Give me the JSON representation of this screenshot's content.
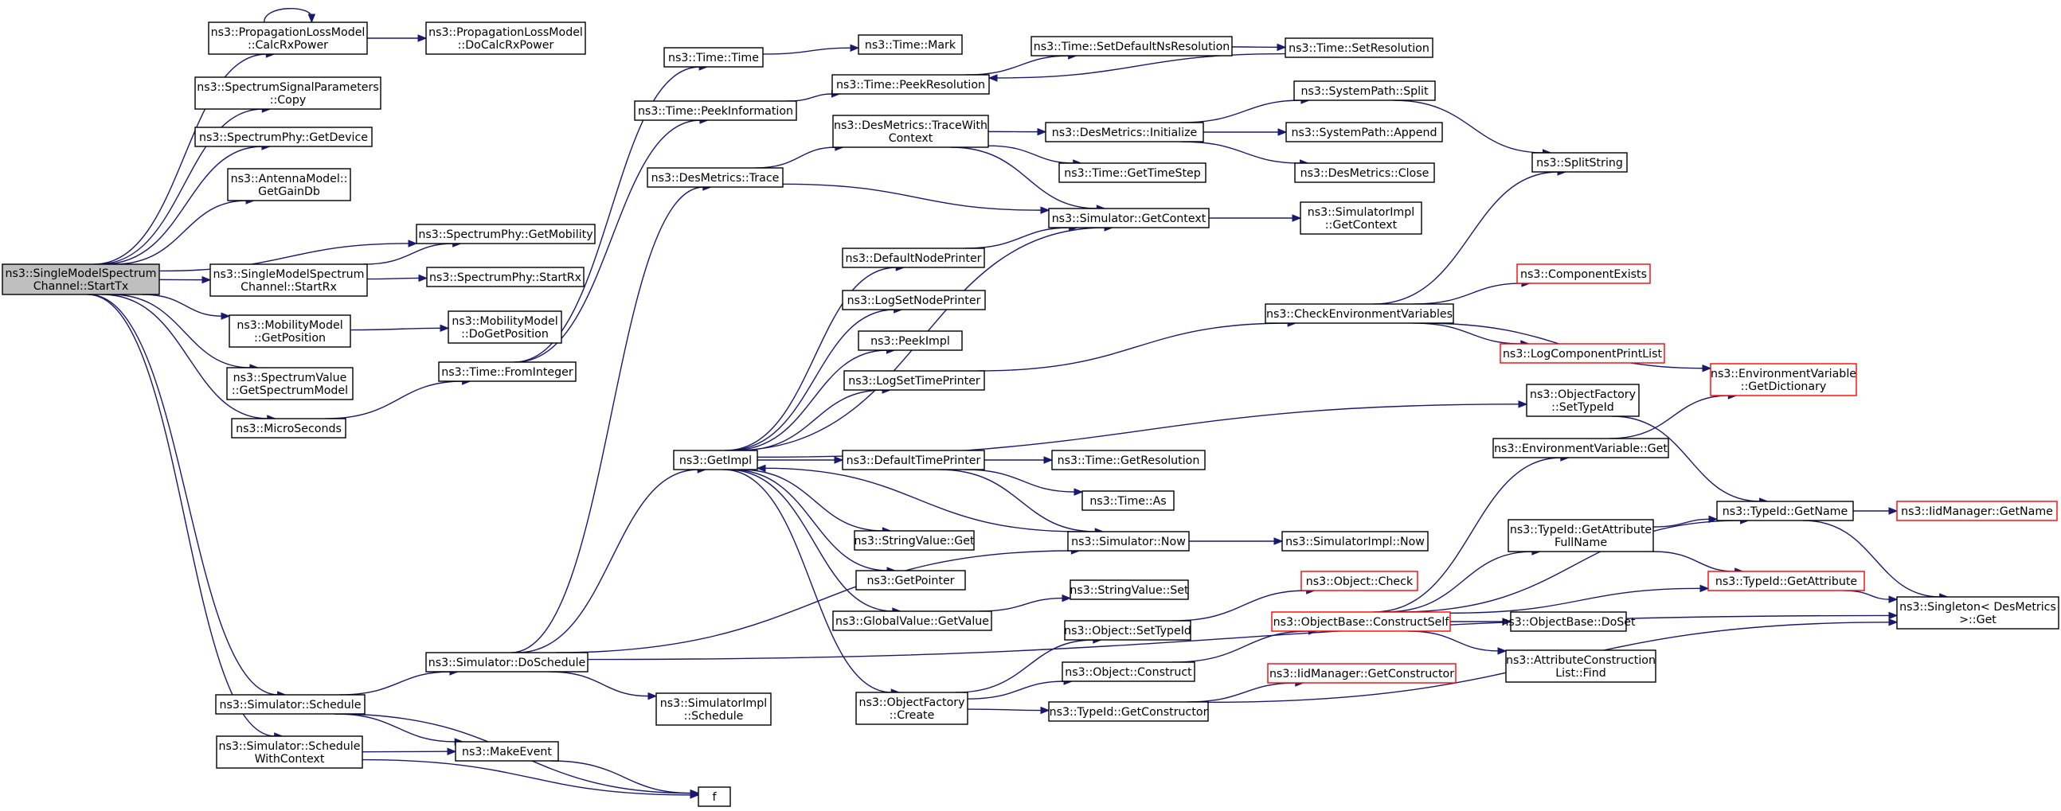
{
  "graph": {
    "title": "",
    "colors": {
      "edge": "#191970",
      "root_fill": "#bfbfbf",
      "node_border": "#000000",
      "incomplete_border": "#ff0000",
      "background": "#ffffff"
    },
    "nodes": [
      {
        "id": "root",
        "lines": [
          "ns3::SingleModelSpectrum",
          "Channel::StartTx"
        ],
        "root": true
      },
      {
        "id": "calcRx",
        "lines": [
          "ns3::PropagationLossModel",
          "::CalcRxPower"
        ]
      },
      {
        "id": "doCalcRx",
        "lines": [
          "ns3::PropagationLossModel",
          "::DoCalcRxPower"
        ]
      },
      {
        "id": "sspCopy",
        "lines": [
          "ns3::SpectrumSignalParameters",
          "::Copy"
        ]
      },
      {
        "id": "getDevice",
        "lines": [
          "ns3::SpectrumPhy::GetDevice"
        ]
      },
      {
        "id": "antenna",
        "lines": [
          "ns3::AntennaModel::",
          "GetGainDb"
        ]
      },
      {
        "id": "getMobility",
        "lines": [
          "ns3::SpectrumPhy::GetMobility"
        ]
      },
      {
        "id": "smscStartRx",
        "lines": [
          "ns3::SingleModelSpectrum",
          "Channel::StartRx"
        ]
      },
      {
        "id": "phyStartRx",
        "lines": [
          "ns3::SpectrumPhy::StartRx"
        ]
      },
      {
        "id": "mobGetPos",
        "lines": [
          "ns3::MobilityModel",
          "::GetPosition"
        ]
      },
      {
        "id": "mobDoGetPos",
        "lines": [
          "ns3::MobilityModel",
          "::DoGetPosition"
        ]
      },
      {
        "id": "specModel",
        "lines": [
          "ns3::SpectrumValue",
          "::GetSpectrumModel"
        ]
      },
      {
        "id": "micro",
        "lines": [
          "ns3::MicroSeconds"
        ]
      },
      {
        "id": "fromInt",
        "lines": [
          "ns3::Time::FromInteger"
        ]
      },
      {
        "id": "schedule",
        "lines": [
          "ns3::Simulator::Schedule"
        ]
      },
      {
        "id": "schedCtx",
        "lines": [
          "ns3::Simulator::Schedule",
          "WithContext"
        ]
      },
      {
        "id": "doSchedule",
        "lines": [
          "ns3::Simulator::DoSchedule"
        ]
      },
      {
        "id": "makeEvent",
        "lines": [
          "ns3::MakeEvent"
        ]
      },
      {
        "id": "f",
        "lines": [
          "f"
        ]
      },
      {
        "id": "implSchedule",
        "lines": [
          "ns3::SimulatorImpl",
          "::Schedule"
        ]
      },
      {
        "id": "timeTime",
        "lines": [
          "ns3::Time::Time"
        ]
      },
      {
        "id": "peekInfo",
        "lines": [
          "ns3::Time::PeekInformation"
        ]
      },
      {
        "id": "dmTrace",
        "lines": [
          "ns3::DesMetrics::Trace"
        ]
      },
      {
        "id": "getImpl",
        "lines": [
          "ns3::GetImpl"
        ]
      },
      {
        "id": "timeMark",
        "lines": [
          "ns3::Time::Mark"
        ]
      },
      {
        "id": "peekRes",
        "lines": [
          "ns3::Time::PeekResolution"
        ]
      },
      {
        "id": "setDefRes",
        "lines": [
          "ns3::Time::SetDefaultNsResolution"
        ]
      },
      {
        "id": "setRes",
        "lines": [
          "ns3::Time::SetResolution"
        ]
      },
      {
        "id": "traceWith",
        "lines": [
          "ns3::DesMetrics::TraceWith",
          "Context"
        ]
      },
      {
        "id": "dmInit",
        "lines": [
          "ns3::DesMetrics::Initialize"
        ]
      },
      {
        "id": "getTimeStep",
        "lines": [
          "ns3::Time::GetTimeStep"
        ]
      },
      {
        "id": "getContext",
        "lines": [
          "ns3::Simulator::GetContext"
        ]
      },
      {
        "id": "implGetCtx",
        "lines": [
          "ns3::SimulatorImpl",
          "::GetContext"
        ]
      },
      {
        "id": "spSplit",
        "lines": [
          "ns3::SystemPath::Split"
        ]
      },
      {
        "id": "spAppend",
        "lines": [
          "ns3::SystemPath::Append"
        ]
      },
      {
        "id": "dmClose",
        "lines": [
          "ns3::DesMetrics::Close"
        ]
      },
      {
        "id": "splitString",
        "lines": [
          "ns3::SplitString"
        ]
      },
      {
        "id": "defNodePr",
        "lines": [
          "ns3::DefaultNodePrinter"
        ]
      },
      {
        "id": "logSetNode",
        "lines": [
          "ns3::LogSetNodePrinter"
        ]
      },
      {
        "id": "peekImpl",
        "lines": [
          "ns3::PeekImpl"
        ]
      },
      {
        "id": "logSetTime",
        "lines": [
          "ns3::LogSetTimePrinter"
        ]
      },
      {
        "id": "defTimePr",
        "lines": [
          "ns3::DefaultTimePrinter"
        ]
      },
      {
        "id": "strValGet",
        "lines": [
          "ns3::StringValue::Get"
        ]
      },
      {
        "id": "getPointer",
        "lines": [
          "ns3::GetPointer"
        ]
      },
      {
        "id": "globalVal",
        "lines": [
          "ns3::GlobalValue::GetValue"
        ]
      },
      {
        "id": "ofCreate",
        "lines": [
          "ns3::ObjectFactory",
          "::Create"
        ]
      },
      {
        "id": "getRes",
        "lines": [
          "ns3::Time::GetResolution"
        ]
      },
      {
        "id": "timeAs",
        "lines": [
          "ns3::Time::As"
        ]
      },
      {
        "id": "simNow",
        "lines": [
          "ns3::Simulator::Now"
        ]
      },
      {
        "id": "implNow",
        "lines": [
          "ns3::SimulatorImpl::Now"
        ]
      },
      {
        "id": "strValSet",
        "lines": [
          "ns3::StringValue::Set"
        ]
      },
      {
        "id": "objSetType",
        "lines": [
          "ns3::Object::SetTypeId"
        ]
      },
      {
        "id": "objConstruct",
        "lines": [
          "ns3::Object::Construct"
        ]
      },
      {
        "id": "tidGetCtor",
        "lines": [
          "ns3::TypeId::GetConstructor"
        ]
      },
      {
        "id": "checkEnv",
        "lines": [
          "ns3::CheckEnvironmentVariables"
        ]
      },
      {
        "id": "compExists",
        "lines": [
          "ns3::ComponentExists"
        ],
        "incomplete": true
      },
      {
        "id": "logCompPrint",
        "lines": [
          "ns3::LogComponentPrintList"
        ],
        "incomplete": true
      },
      {
        "id": "envGetDict",
        "lines": [
          "ns3::EnvironmentVariable",
          "::GetDictionary"
        ],
        "incomplete": true
      },
      {
        "id": "ofSetType",
        "lines": [
          "ns3::ObjectFactory",
          "::SetTypeId"
        ]
      },
      {
        "id": "envGet",
        "lines": [
          "ns3::EnvironmentVariable::Get"
        ]
      },
      {
        "id": "tidGetAttrFull",
        "lines": [
          "ns3::TypeId::GetAttribute",
          "FullName"
        ]
      },
      {
        "id": "tidGetName",
        "lines": [
          "ns3::TypeId::GetName"
        ]
      },
      {
        "id": "iidGetName",
        "lines": [
          "ns3::IidManager::GetName"
        ],
        "incomplete": true
      },
      {
        "id": "objCheck",
        "lines": [
          "ns3::Object::Check"
        ],
        "incomplete": true
      },
      {
        "id": "constructSelf",
        "lines": [
          "ns3::ObjectBase::ConstructSelf"
        ],
        "incomplete": true
      },
      {
        "id": "doSet",
        "lines": [
          "ns3::ObjectBase::DoSet"
        ]
      },
      {
        "id": "tidGetAttr",
        "lines": [
          "ns3::TypeId::GetAttribute"
        ],
        "incomplete": true
      },
      {
        "id": "singleton",
        "lines": [
          "ns3::Singleton< DesMetrics",
          "  >::Get"
        ]
      },
      {
        "id": "iidGetCtor",
        "lines": [
          "ns3::IidManager::GetConstructor"
        ],
        "incomplete": true
      },
      {
        "id": "attrConstr",
        "lines": [
          "ns3::AttributeConstruction",
          "List::Find"
        ]
      }
    ]
  }
}
